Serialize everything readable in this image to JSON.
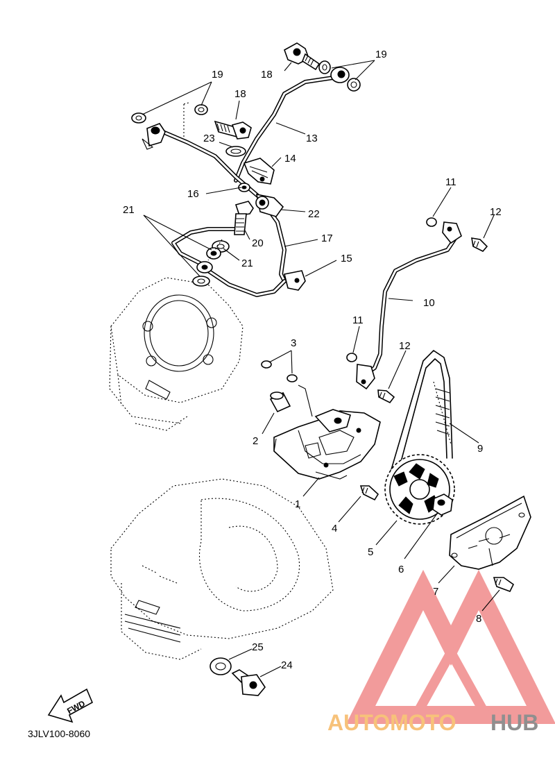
{
  "diagram": {
    "code": "3JLV100-8060",
    "fwd_label": "FWD",
    "callouts": {
      "p1": "1",
      "p2": "2",
      "p3": "3",
      "p4": "4",
      "p5": "5",
      "p6": "6",
      "p7": "7",
      "p8": "8",
      "p9": "9",
      "p10": "10",
      "p11a": "11",
      "p11b": "11",
      "p12a": "12",
      "p12b": "12",
      "p13": "13",
      "p14": "14",
      "p15": "15",
      "p16": "16",
      "p17": "17",
      "p18a": "18",
      "p18b": "18",
      "p19a": "19",
      "p19b": "19",
      "p20": "20",
      "p21a": "21",
      "p21b": "21",
      "p22": "22",
      "p23": "23",
      "p24": "24",
      "p25": "25"
    }
  },
  "watermark": {
    "text_a": "AUTOMOTO",
    "text_b": "HUB",
    "colors": {
      "logo": "#f08a8a",
      "text_a": "#f7c27a",
      "text_b": "#8f8f8f"
    }
  }
}
